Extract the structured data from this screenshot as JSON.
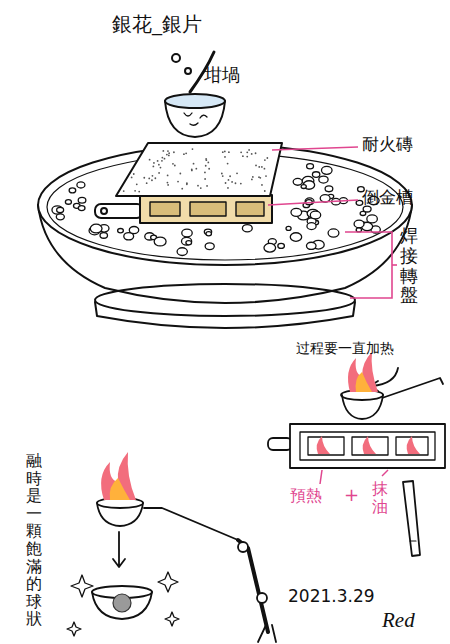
{
  "diagram": {
    "labels": [
      "銀花_銀片",
      "坩堝",
      "耐火磚",
      "倒金槽",
      "焊接轉盤",
      "过程要一直加热",
      "預熱",
      "+",
      "抹油",
      "融時是一顆飽滿的球狀",
      "2021.3.29",
      "Red"
    ]
  }
}
